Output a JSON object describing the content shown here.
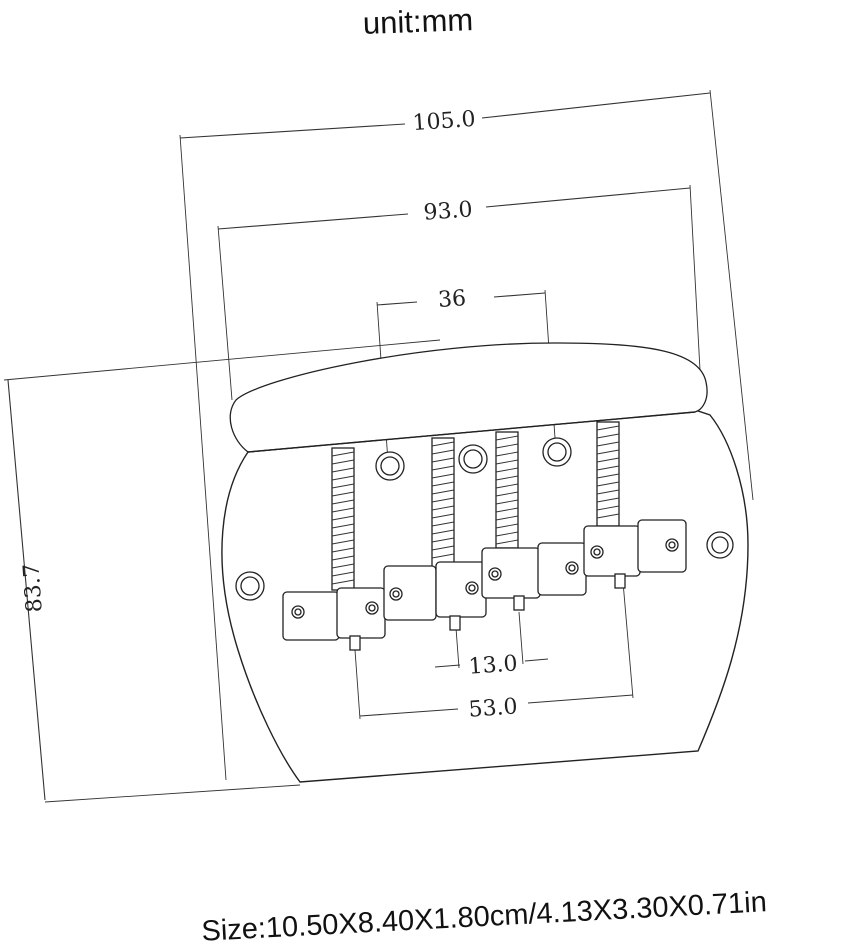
{
  "header": {
    "unit_label": "unit:mm"
  },
  "dimensions": {
    "overall_width": "105.0",
    "inner_width": "93.0",
    "hole_spacing": "36",
    "overall_height": "83.7",
    "saddle_pitch": "13.0",
    "outer_saddle_span": "53.0"
  },
  "footer": {
    "size_label": "Size:10.50X8.40X1.80cm/4.13X3.30X0.71in"
  }
}
